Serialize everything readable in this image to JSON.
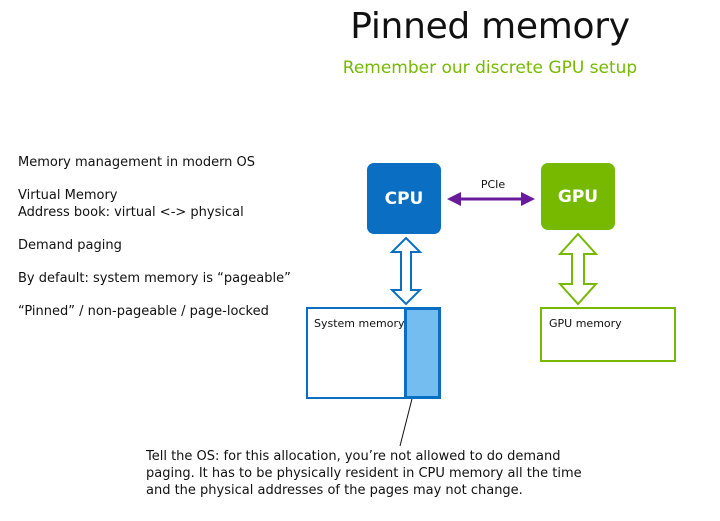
{
  "title": "Pinned memory",
  "subtitle": "Remember our discrete GPU setup",
  "bullets": [
    "Memory management in modern OS",
    "Virtual Memory",
    "Address book: virtual <-> physical",
    "Demand paging",
    "By default: system memory is “pageable”",
    "“Pinned” / non-pageable / page-locked"
  ],
  "diagram": {
    "cpu_label": "CPU",
    "gpu_label": "GPU",
    "link_label": "PCIe",
    "system_memory_label": "System memory",
    "gpu_memory_label": "GPU memory",
    "colors": {
      "cpu": "#0a6fc2",
      "gpu": "#76b900",
      "link": "#6a1b9a",
      "pinned_region": "#73bdf0"
    }
  },
  "note": "Tell the OS: for this allocation, you’re not allowed to do demand paging. It has to be physically resident in CPU memory all the time and the physical addresses of the pages may not change."
}
